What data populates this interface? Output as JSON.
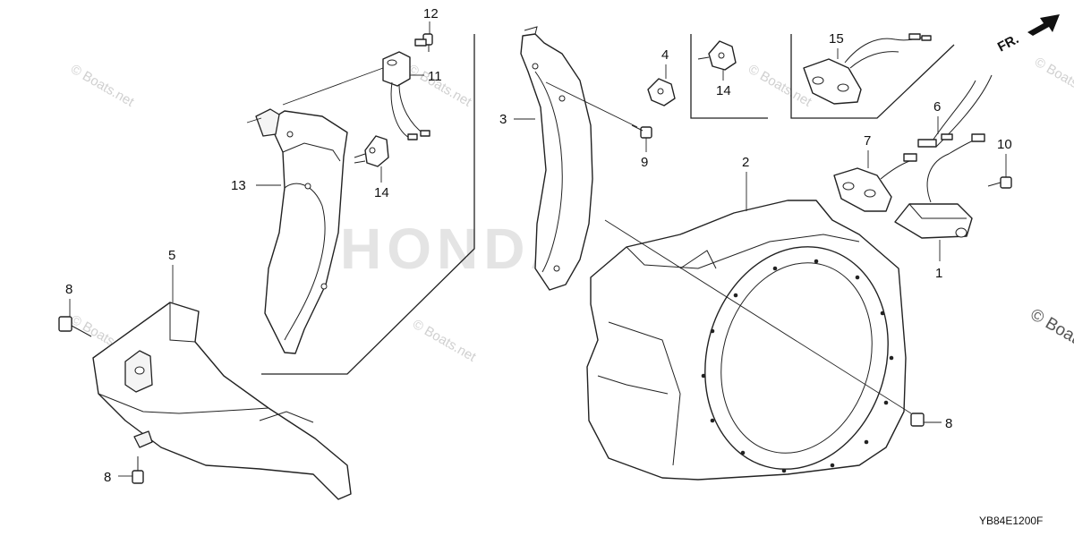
{
  "diagram": {
    "watermark": "© Boats.net",
    "brand_watermark": "HONDA",
    "diagram_code": "YB84E1200F",
    "direction_label": "FR.",
    "callouts": [
      {
        "id": "c12",
        "label": "12"
      },
      {
        "id": "c11",
        "label": "11"
      },
      {
        "id": "c13",
        "label": "13"
      },
      {
        "id": "c14a",
        "label": "14"
      },
      {
        "id": "c3",
        "label": "3"
      },
      {
        "id": "c9",
        "label": "9"
      },
      {
        "id": "c4",
        "label": "4"
      },
      {
        "id": "c14b",
        "label": "14"
      },
      {
        "id": "c15",
        "label": "15"
      },
      {
        "id": "c6",
        "label": "6"
      },
      {
        "id": "c7",
        "label": "7"
      },
      {
        "id": "c10",
        "label": "10"
      },
      {
        "id": "c2",
        "label": "2"
      },
      {
        "id": "c1",
        "label": "1"
      },
      {
        "id": "c5",
        "label": "5"
      },
      {
        "id": "c8a",
        "label": "8"
      },
      {
        "id": "c8b",
        "label": "8"
      },
      {
        "id": "c8c",
        "label": "8"
      }
    ]
  }
}
